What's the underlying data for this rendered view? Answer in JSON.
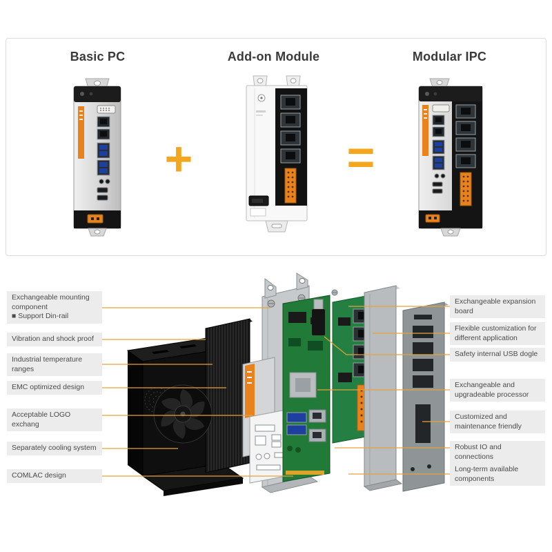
{
  "header": {
    "titles": [
      "Basic PC",
      "Add-on Module",
      "Modular IPC"
    ],
    "plus_sign": "+",
    "equals_sign": "="
  },
  "features": {
    "left": [
      "Exchangeable mounting component\n■ Support Din-rail",
      "Vibration and shock proof",
      "Industrial temperature ranges",
      "EMC optimized design",
      "Acceptable LOGO exchang",
      "Separately cooling system",
      "COMLAC design"
    ],
    "right": [
      "Exchangeable expansion board",
      "Flexible customization for different application",
      "Safety internal USB dogle",
      "Exchangeable and upgradeable processor",
      "Customized and maintenance friendly",
      "Robust IO and connections",
      "Long-term available components"
    ]
  },
  "colors": {
    "accent_orange": "#F2A71E",
    "device_orange": "#E8821C",
    "leader_line": "#E5A23C",
    "label_background": "#ECECEC",
    "title_text": "#3A3A3A",
    "label_text": "#4A4A4A"
  }
}
